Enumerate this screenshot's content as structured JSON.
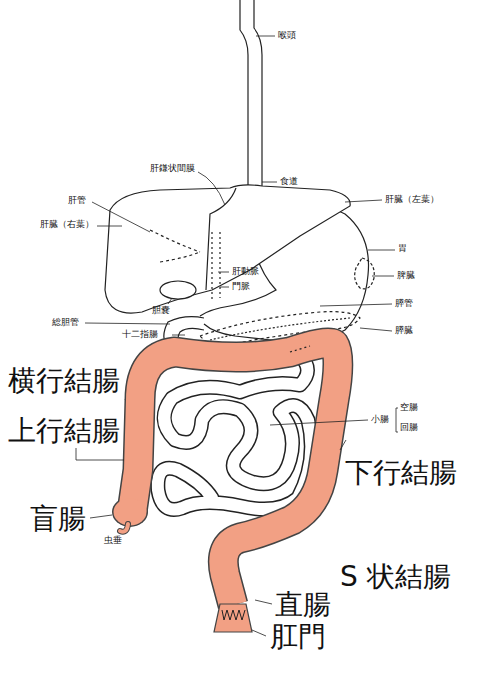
{
  "diagram": {
    "labels": [
      "喉頭",
      "食道",
      "肝鎌状間膜",
      "肝臓（左葉）",
      "肝管",
      "胃",
      "肝臓（右葉）",
      "肝動脈",
      "脾臓",
      "門脈",
      "胆嚢",
      "膵管",
      "総胆管",
      "十二指腸",
      "膵臓",
      "横行結腸",
      "小腸",
      "空腸",
      "回腸",
      "上行結腸",
      "下行結腸",
      "盲腸",
      "虫垂",
      "S 状結腸",
      "直腸",
      "肛門"
    ]
  }
}
